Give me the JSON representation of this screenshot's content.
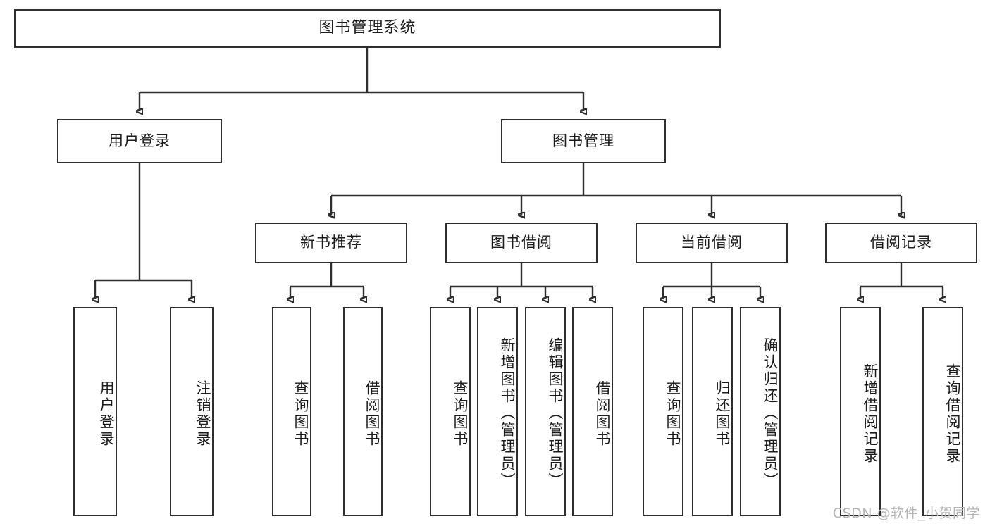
{
  "diagram": {
    "type": "tree",
    "title": "图书管理系统",
    "root": {
      "label": "图书管理系统"
    },
    "level1": [
      {
        "label": "用户登录"
      },
      {
        "label": "图书管理"
      }
    ],
    "level2": [
      {
        "label": "新书推荐"
      },
      {
        "label": "图书借阅"
      },
      {
        "label": "当前借阅"
      },
      {
        "label": "借阅记录"
      }
    ],
    "leaves": {
      "user_login": [
        {
          "label": "用户登录"
        },
        {
          "label": "注销登录"
        }
      ],
      "new_book_recommend": [
        {
          "label": "查询图书"
        },
        {
          "label": "借阅图书"
        }
      ],
      "book_borrow": [
        {
          "label": "查询图书"
        },
        {
          "label": "新增图书（管理员）"
        },
        {
          "label": "编辑图书（管理员）"
        },
        {
          "label": "借阅图书"
        }
      ],
      "current_borrow": [
        {
          "label": "查询图书"
        },
        {
          "label": "归还图书"
        },
        {
          "label": "确认归还（管理员）"
        }
      ],
      "borrow_record": [
        {
          "label": "新增借阅记录"
        },
        {
          "label": "查询借阅记录"
        }
      ]
    }
  },
  "watermark": {
    "text": "CSDN @软件_小贺同学"
  },
  "colors": {
    "border": "#2e2e2e",
    "background": "#ffffff",
    "text": "#1b1b1b",
    "watermark": "#b4b4b4"
  }
}
